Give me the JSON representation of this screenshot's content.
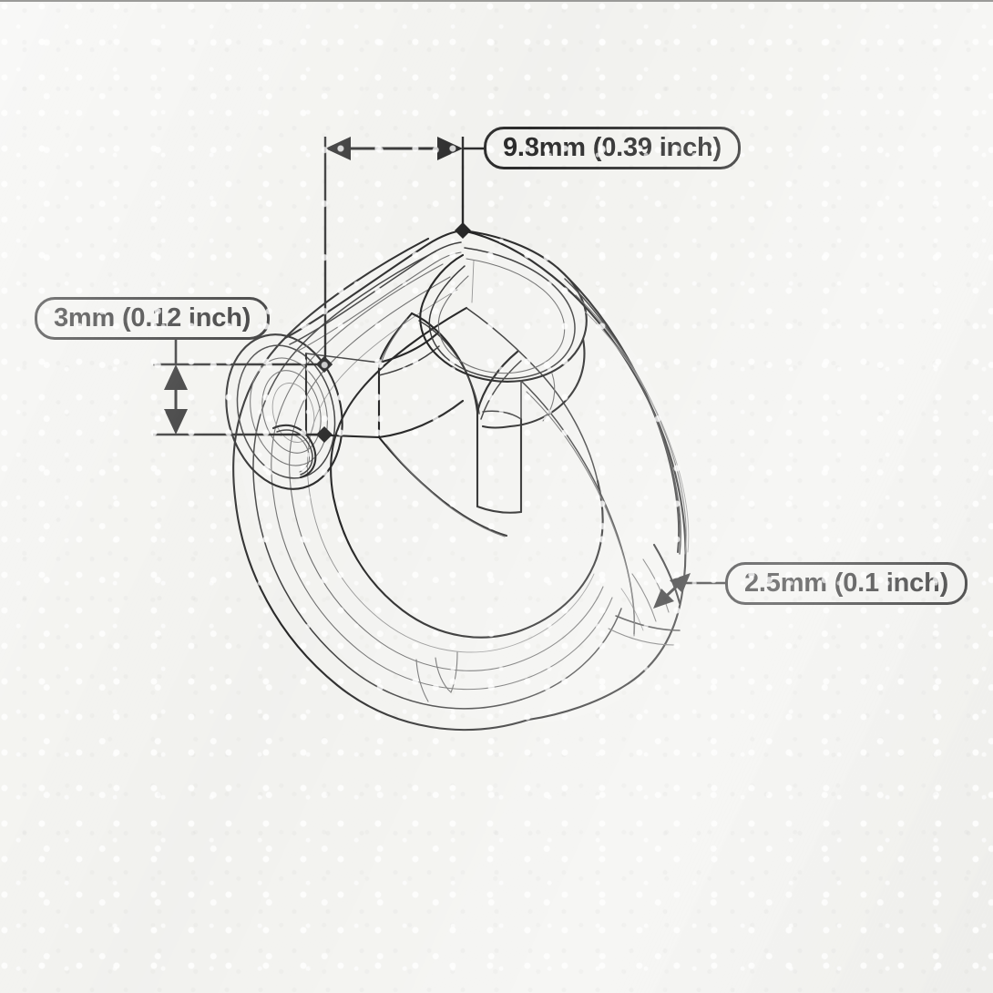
{
  "document": {
    "type": "technical-dimension-drawing",
    "subject": "ring",
    "background_color": "#f1f1ee",
    "line_color": "#262626",
    "text_color": "#2b2b2b"
  },
  "callouts": [
    {
      "id": "width",
      "label": "9.8mm (0.39 inch)",
      "value": 9.8,
      "unit": "mm",
      "imperial": "0.39 inch",
      "dimension": "width",
      "orientation": "horizontal"
    },
    {
      "id": "height",
      "label": "3mm (0.12 inch)",
      "value": 3,
      "unit": "mm",
      "imperial": "0.12 inch",
      "dimension": "height",
      "orientation": "vertical"
    },
    {
      "id": "thickness",
      "label": "2.5mm (0.1 inch)",
      "value": 2.5,
      "unit": "mm",
      "imperial": "0.1 inch",
      "dimension": "thickness",
      "orientation": "diagonal"
    }
  ],
  "annotations": {
    "width_arrow": "double-headed-horizontal-arrow",
    "height_arrow": "double-headed-vertical-arrow",
    "thickness_arrow": "double-headed-diagonal-arrow",
    "markers": "filled-diamond"
  }
}
